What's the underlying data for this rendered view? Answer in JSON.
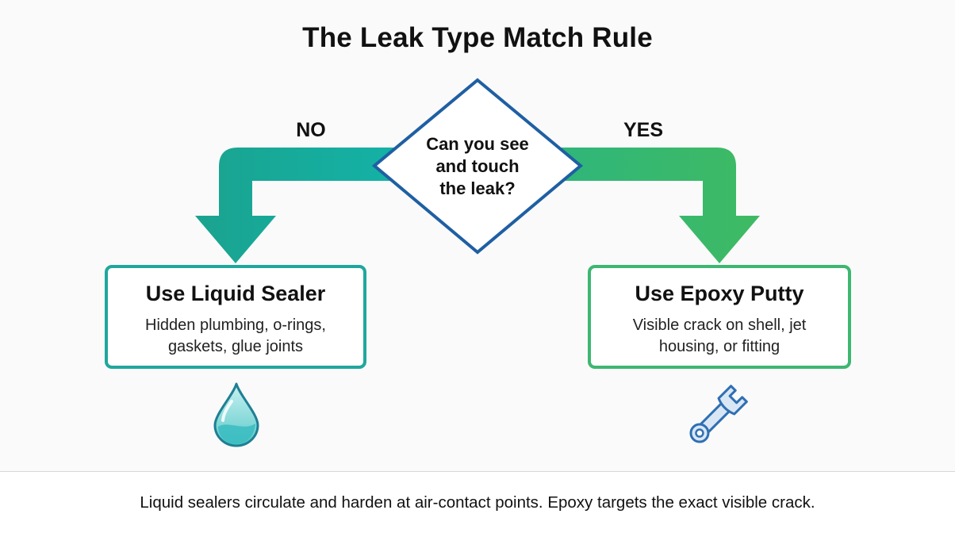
{
  "title": "The Leak Type Match Rule",
  "decision": {
    "question_lines": [
      "Can you see",
      "and touch",
      "the leak?"
    ],
    "no_label": "NO",
    "yes_label": "YES"
  },
  "outcomes": {
    "no": {
      "title": "Use Liquid Sealer",
      "desc_lines": [
        "Hidden plumbing, o-rings,",
        "gaskets, glue joints"
      ],
      "icon": "water-drop-icon"
    },
    "yes": {
      "title": "Use Epoxy Putty",
      "desc_lines": [
        "Visible crack on shell, jet",
        "housing, or fitting"
      ],
      "icon": "wrench-icon"
    }
  },
  "footer": "Liquid sealers circulate and harden at air-contact points. Epoxy targets the exact visible crack.",
  "colors": {
    "diamond_border": "#1f5fa3",
    "left_arrow": "#17ad9e",
    "right_arrow": "#38b86b",
    "left_box_border": "#20a79d",
    "right_box_border": "#3db771"
  }
}
